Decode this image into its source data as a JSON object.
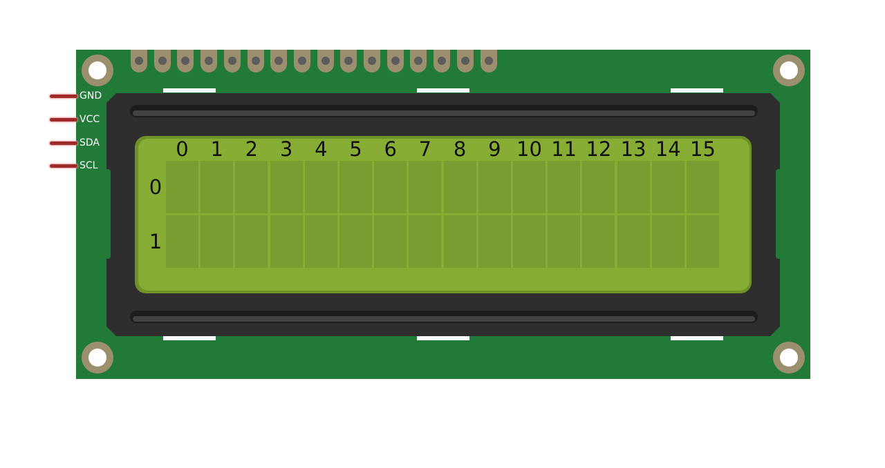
{
  "component": "LCD 16x2 I2C module",
  "colors": {
    "pcb": "#217a37",
    "bezel": "#2e2e2e",
    "screen": "#88ad35",
    "cell": "#7a9c31",
    "pad": "#9b8f6e",
    "wire": "#9e2a2a"
  },
  "pins": [
    {
      "label": "GND"
    },
    {
      "label": "VCC"
    },
    {
      "label": "SDA"
    },
    {
      "label": "SCL"
    }
  ],
  "header_pad_count": 16,
  "grid": {
    "columns": [
      "0",
      "1",
      "2",
      "3",
      "4",
      "5",
      "6",
      "7",
      "8",
      "9",
      "10",
      "11",
      "12",
      "13",
      "14",
      "15"
    ],
    "rows": [
      "0",
      "1"
    ]
  }
}
